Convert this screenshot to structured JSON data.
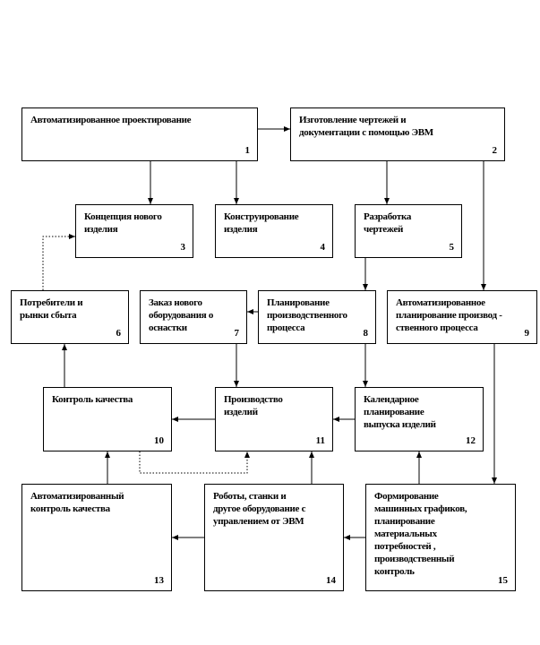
{
  "nodes": [
    {
      "id": 1,
      "label": "Автоматизированное проектирование",
      "number": "1"
    },
    {
      "id": 2,
      "label": "Изготовление  чертежей и\nдокументации с помощью ЭВМ",
      "number": "2"
    },
    {
      "id": 3,
      "label": "Концепция нового\nизделия",
      "number": "3"
    },
    {
      "id": 4,
      "label": "Конструирование\nизделия",
      "number": "4"
    },
    {
      "id": 5,
      "label": "Разработка\nчертежей",
      "number": "5"
    },
    {
      "id": 6,
      "label": "Потребители и\nрынки сбыта",
      "number": "6"
    },
    {
      "id": 7,
      "label": "Заказ нового\nоборудования о\nоснастки",
      "number": "7"
    },
    {
      "id": 8,
      "label": "Планирование\nпроизводственного\nпроцесса",
      "number": "8"
    },
    {
      "id": 9,
      "label": "Автоматизированное\nпланирование производ -\nственного процесса",
      "number": "9"
    },
    {
      "id": 10,
      "label": "Контроль качества",
      "number": "10"
    },
    {
      "id": 11,
      "label": "Производство\nизделий",
      "number": "11"
    },
    {
      "id": 12,
      "label": "Календарное\nпланирование\nвыпуска изделий",
      "number": "12"
    },
    {
      "id": 13,
      "label": "Автоматизированный\nконтроль качества",
      "number": "13"
    },
    {
      "id": 14,
      "label": "Роботы, станки и\nдругое оборудование с\nуправлением от ЭВМ",
      "number": "14"
    },
    {
      "id": 15,
      "label": "Формирование\nмашинных графиков,\nпланирование\nматериальных\nпотребностей ,\nпроизводственный\nконтроль",
      "number": "15"
    }
  ],
  "edges": [
    {
      "from": 1,
      "to": 2,
      "style": "solid"
    },
    {
      "from": 1,
      "to": 3,
      "style": "solid"
    },
    {
      "from": 1,
      "to": 4,
      "style": "solid"
    },
    {
      "from": 2,
      "to": 5,
      "style": "solid"
    },
    {
      "from": 2,
      "to": 9,
      "style": "solid"
    },
    {
      "from": 5,
      "to": 8,
      "style": "solid"
    },
    {
      "from": 8,
      "to": 7,
      "style": "solid"
    },
    {
      "from": 8,
      "to": 12,
      "style": "solid"
    },
    {
      "from": 9,
      "to": 15,
      "style": "solid"
    },
    {
      "from": 7,
      "to": 11,
      "style": "solid"
    },
    {
      "from": 12,
      "to": 11,
      "style": "solid"
    },
    {
      "from": 11,
      "to": 10,
      "style": "solid"
    },
    {
      "from": 10,
      "to": 6,
      "style": "solid"
    },
    {
      "from": 6,
      "to": 3,
      "style": "dotted"
    },
    {
      "from": 10,
      "to": 11,
      "style": "dotted"
    },
    {
      "from": 13,
      "to": 10,
      "style": "solid"
    },
    {
      "from": 14,
      "to": 11,
      "style": "solid"
    },
    {
      "from": 14,
      "to": 13,
      "style": "solid"
    },
    {
      "from": 15,
      "to": 12,
      "style": "solid"
    },
    {
      "from": 15,
      "to": 14,
      "style": "solid"
    }
  ]
}
